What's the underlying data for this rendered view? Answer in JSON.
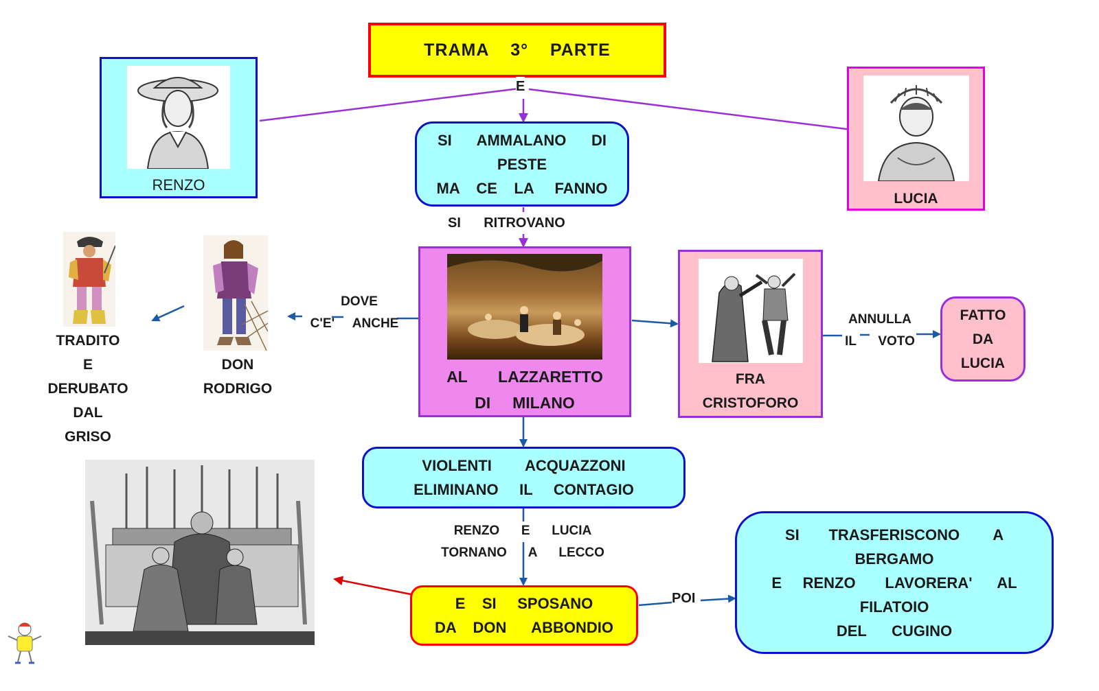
{
  "title": "TRAMA    3°    PARTE",
  "renzo": {
    "label": "RENZO"
  },
  "lucia": {
    "label": "LUCIA"
  },
  "connector_e": "E",
  "peste": {
    "lines": [
      "SI      AMMALANO      DI",
      "PESTE",
      "MA    CE    LA     FANNO"
    ]
  },
  "ritrovano": "SI      RITROVANO",
  "lazzaretto": {
    "lines": [
      "AL       LAZZARETTO",
      "DI     MILANO"
    ]
  },
  "dove_anche": {
    "lines": [
      "DOVE",
      "C'E'     ANCHE"
    ]
  },
  "don_rodrigo": {
    "lines": [
      "DON",
      "RODRIGO"
    ]
  },
  "griso": {
    "lines": [
      "TRADITO",
      "E",
      "DERUBATO",
      "DAL",
      "GRISO"
    ]
  },
  "fra_cristoforo": {
    "lines": [
      "FRA",
      "CRISTOFORO"
    ]
  },
  "annulla": {
    "lines": [
      "ANNULLA",
      "IL      VOTO"
    ]
  },
  "fatto": {
    "lines": [
      "FATTO",
      "DA",
      "LUCIA"
    ]
  },
  "acquazzoni": {
    "lines": [
      "VIOLENTI        ACQUAZZONI",
      "ELIMINANO     IL     CONTAGIO"
    ]
  },
  "tornano": {
    "lines": [
      "RENZO      E      LUCIA",
      "TORNANO      A      LECCO"
    ]
  },
  "sposano": {
    "lines": [
      "E    SI     SPOSANO",
      "DA    DON      ABBONDIO"
    ]
  },
  "poi": "POI",
  "bergamo": {
    "lines": [
      "SI       TRASFERISCONO        A",
      "BERGAMO",
      "E     RENZO       LAVORERA'      AL",
      "FILATOIO",
      "DEL      CUGINO"
    ]
  },
  "colors": {
    "yellow": "#ffff00",
    "red": "#ff0000",
    "cyan": "#aaffff",
    "blue": "#1010cc",
    "pink": "#ffc0cb",
    "magenta": "#e000e0",
    "violet": "#ee88ee",
    "purple": "#9a2fd8",
    "arrow_blue": "#1a5aa6",
    "arrow_red": "#dd0000"
  }
}
